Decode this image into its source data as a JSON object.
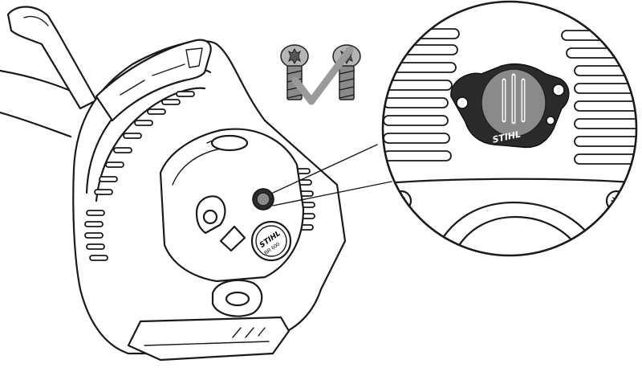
{
  "labels": {
    "housing_brand": "STIHL",
    "housing_model": "BR 600",
    "detail_brand": "STIHL"
  },
  "icons": {
    "screws": "torx-screw-pair-icon",
    "check": "checkmark-icon"
  },
  "colors": {
    "line": "#1a1a1a",
    "cap_plate": "#2b2b2b",
    "cap": "#8a8a8a",
    "background": "#ffffff"
  }
}
